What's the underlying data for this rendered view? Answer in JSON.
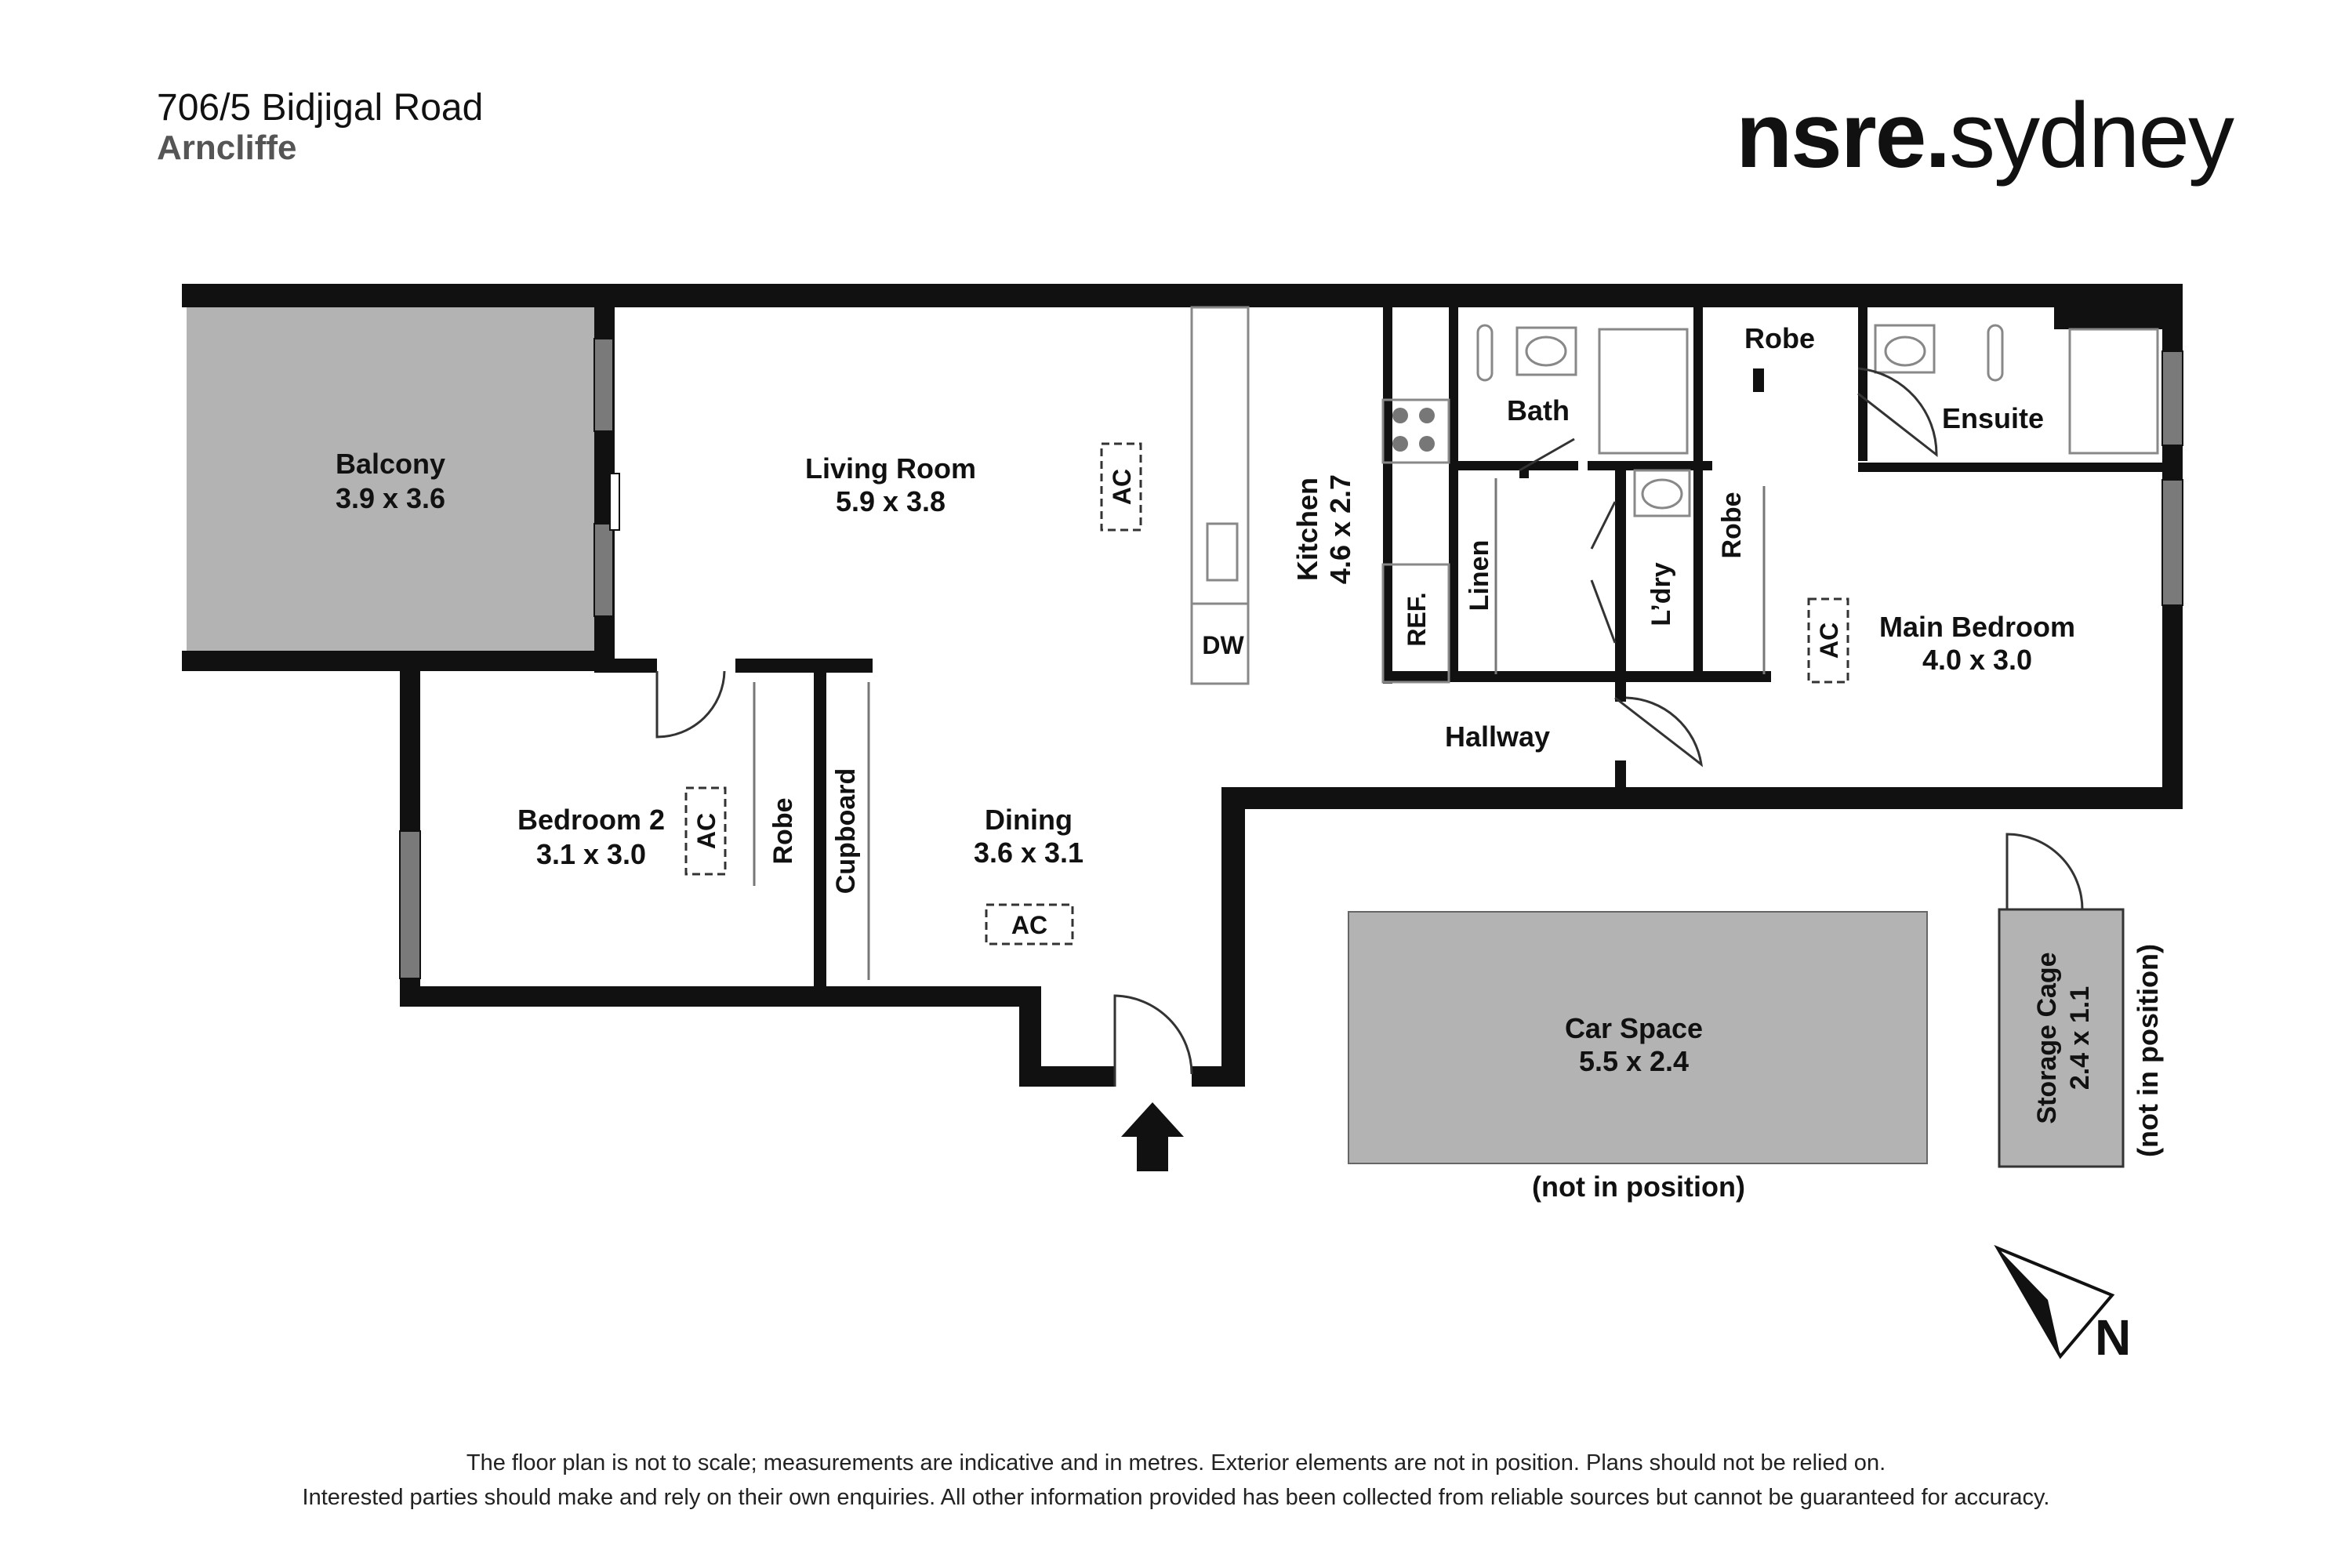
{
  "address": {
    "street": "706/5 Bidjigal Road",
    "suburb": "Arncliffe"
  },
  "brand": {
    "bold": "nsre.",
    "light": "sydney"
  },
  "rooms": {
    "balcony": {
      "name": "Balcony",
      "size": "3.9 x 3.6"
    },
    "living": {
      "name": "Living Room",
      "size": "5.9 x 3.8"
    },
    "kitchen": {
      "name": "Kitchen",
      "size": "4.6 x 2.7"
    },
    "bath": {
      "name": "Bath"
    },
    "robe_top": {
      "name": "Robe"
    },
    "ensuite": {
      "name": "Ensuite"
    },
    "linen": {
      "name": "Linen"
    },
    "laundry": {
      "name": "L’dry"
    },
    "robe_main": {
      "name": "Robe"
    },
    "main_bedroom": {
      "name": "Main Bedroom",
      "size": "4.0 x 3.0"
    },
    "hallway": {
      "name": "Hallway"
    },
    "bedroom2": {
      "name": "Bedroom 2",
      "size": "3.1 x 3.0"
    },
    "robe_bed2": {
      "name": "Robe"
    },
    "cupboard": {
      "name": "Cupboard"
    },
    "dining": {
      "name": "Dining",
      "size": "3.6 x 3.1"
    },
    "car_space": {
      "name": "Car Space",
      "size": "5.5 x 2.4",
      "note": "(not in position)"
    },
    "storage": {
      "name": "Storage Cage",
      "size": "2.4 x 1.1",
      "note": "(not in position)"
    }
  },
  "fixtures": {
    "ac": "AC",
    "dw": "DW",
    "ref": "REF."
  },
  "compass": {
    "letter": "N"
  },
  "disclaimer": {
    "line1": "The floor plan is not to scale; measurements are indicative and in metres. Exterior elements are not in position. Plans should not be relied on.",
    "line2": "Interested parties should make and rely on their own enquiries. All other information provided has been collected from reliable sources but cannot be guaranteed for accuracy."
  },
  "colors": {
    "wall": "#111111",
    "shaded": "#b3b3b3",
    "window": "#7a7a7a"
  }
}
